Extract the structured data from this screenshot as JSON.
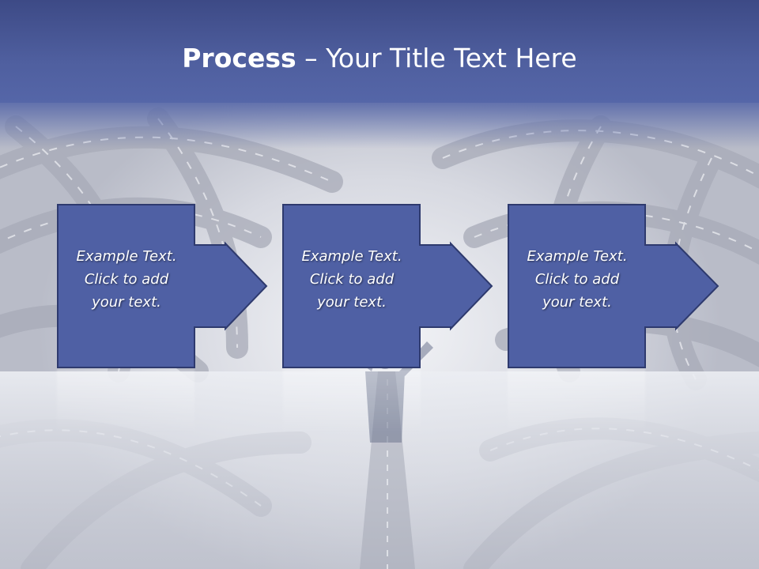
{
  "title": {
    "bold": "Process",
    "dash": " – ",
    "rest": "Your Title Text Here"
  },
  "steps": [
    {
      "text": "Example Text.\nClick  to add\nyour text."
    },
    {
      "text": "Example Text.\nClick  to add\nyour text."
    },
    {
      "text": "Example Text.\nClick  to add\nyour text."
    }
  ],
  "colors": {
    "title_bar": "#4a5a9c",
    "box_fill": "#4f60a4",
    "box_stroke": "#2e3a6e",
    "text": "#ffffff"
  }
}
